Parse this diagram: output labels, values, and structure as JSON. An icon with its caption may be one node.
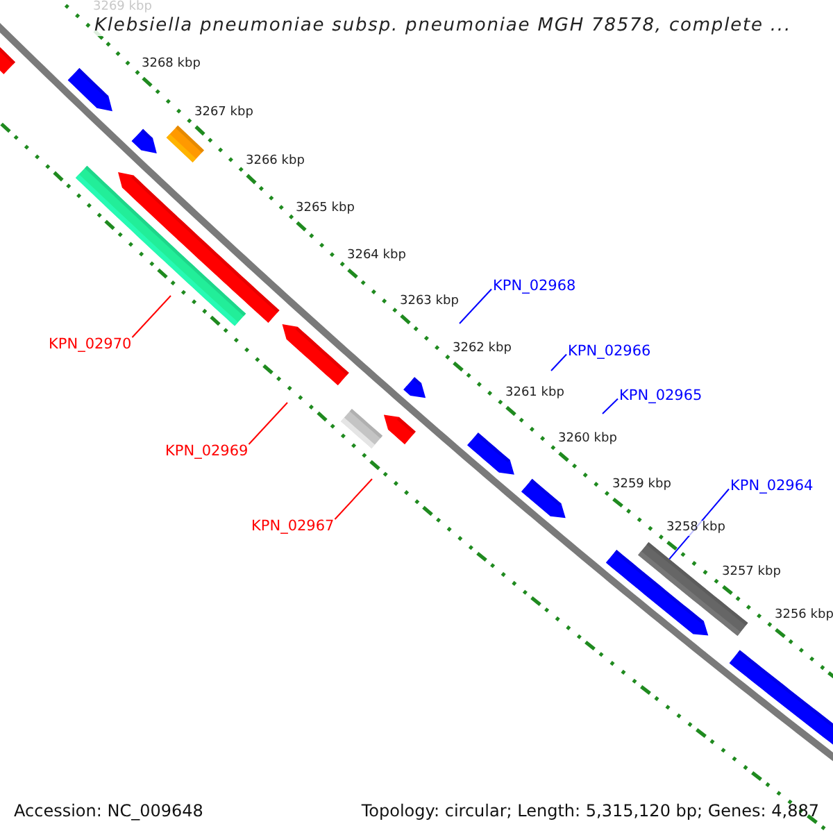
{
  "diagram": {
    "title": "Klebsiella pneumoniae subsp. pneumoniae MGH 78578, complete ...",
    "nodes": [
      {
        "text": [
          "KPN_02968"
        ]
      },
      {
        "text": [
          "KPN_02970"
        ]
      },
      {
        "text": [
          "KPN_02966"
        ]
      },
      {
        "text": [
          "KPN_02965"
        ]
      },
      {
        "text": [
          "KPN_02969"
        ]
      },
      {
        "text": [
          "KPN_02964"
        ]
      },
      {
        "text": [
          "KPN_02967"
        ]
      },
      {
        "text": [],
        "shape": "bar"
      }
    ],
    "edges": [
      {
        "from": 0,
        "to": null,
        "arrow": "none"
      },
      {
        "from": 1,
        "to": null,
        "arrow": "none",
        "color": "#ff0000"
      },
      {
        "from": 2,
        "to": null,
        "arrow": "none"
      },
      {
        "from": 3,
        "to": null,
        "arrow": "none"
      },
      {
        "from": 4,
        "to": null,
        "arrow": "none",
        "color": "#ff0000"
      },
      {
        "from": 5,
        "to": 7,
        "arrow": "none"
      },
      {
        "from": 6,
        "to": null,
        "arrow": "none",
        "color": "#ff0000"
      }
    ],
    "labels": [
      "3269 kbp",
      "3268 kbp",
      "3267 kbp",
      "3266 kbp",
      "3265 kbp",
      "3264 kbp",
      "3263 kbp",
      "3262 kbp",
      "3261 kbp",
      "3260 kbp",
      "3259 kbp",
      "3258 kbp",
      "3257 kbp",
      "3256 kbp",
      "Accession: NC_009648",
      "Topology: circular; Length: 5,315,120 bp; Genes: 4,887"
    ]
  }
}
